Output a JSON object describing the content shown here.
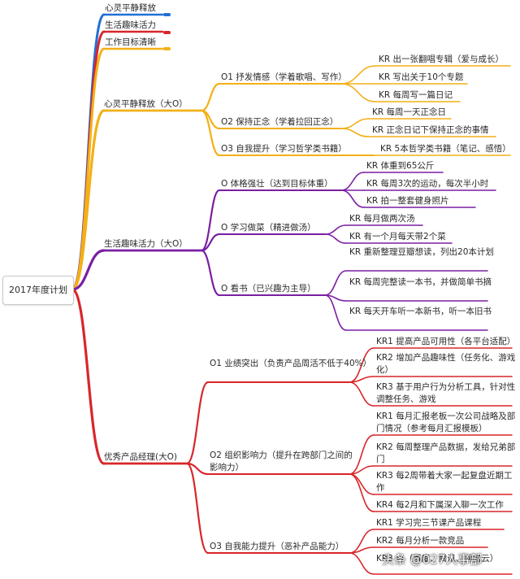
{
  "root": "2017年度计划",
  "colors": {
    "blue": "#1f6fd6",
    "red": "#d8262a",
    "yellow": "#f3b017",
    "purple": "#7a1fa2"
  },
  "top_items": [
    "心灵平静释放",
    "生活趣味活力",
    "工作目标清晰"
  ],
  "branch_mind": {
    "label": "心灵平静释放（大O）",
    "objectives": [
      {
        "label": "O1 抒发情感（学着歌唱、写作）",
        "krs": [
          "KR 出一张翻唱专辑（爱与成长）",
          "KR 写出关于10个专题",
          "KR 每周写一篇日记"
        ]
      },
      {
        "label": "O2 保持正念（学着拉回正念）",
        "krs": [
          "KR 每周一天正念日",
          "KR 正念日记下保持正念的事情"
        ]
      },
      {
        "label": "O3 自我提升（学习哲学类书籍）",
        "krs": [
          "KR 5本哲学类书籍（笔记、感悟）"
        ]
      }
    ]
  },
  "branch_life": {
    "label": "生活趣味活力（大O）",
    "objectives": [
      {
        "label": "O 体格强壮（达到目标体重）",
        "krs": [
          "KR 体重到65公斤",
          "KR 每周3次的运动，每次半小时",
          "KR 拍一整套健身照片"
        ]
      },
      {
        "label": "O 学习做菜（精进做汤）",
        "krs": [
          "KR 每月做两次汤",
          "KR 有一个月每天带2个菜"
        ]
      },
      {
        "label": "O 看书（已兴趣为主导）",
        "krs": [
          "KR 重新整理豆瓣想读，列出20本计划",
          "KR 每周完整读一本书，并做简单书摘",
          "KR 每天开车听一本新书，听一本旧书"
        ]
      }
    ]
  },
  "branch_work": {
    "label": "优秀产品经理(大O)",
    "objectives": [
      {
        "label": "O1 业绩突出（负责产品周活不低于40%）",
        "krs": [
          "KR1 提高产品可用性（各平台适配）",
          "KR2 增加产品趣味性（任务化、游戏化）",
          "KR3 基于用户行为分析工具，针对性调整任务、游戏"
        ]
      },
      {
        "label": "O2 组织影响力（提升在跨部门之间的影响力）",
        "krs": [
          "KR1 每月汇报老板一次公司战略及部门情况（参考每月汇报模板）",
          "KR2 每周整理产品数据，发给兄弟部门",
          "KR3 每2周带着大家一起复盘近期工作",
          "KR4 每2月和下属深入聊一次工作"
        ]
      },
      {
        "label": "O3 自我能力提升（恶补产品能力）",
        "krs": [
          "KR1 学习完三节课产品课程",
          "KR2 每月分析一款竞品",
          "KR3 每（百度、腾讯、网易云）"
        ]
      }
    ]
  },
  "watermark": "头条 @027人事部"
}
